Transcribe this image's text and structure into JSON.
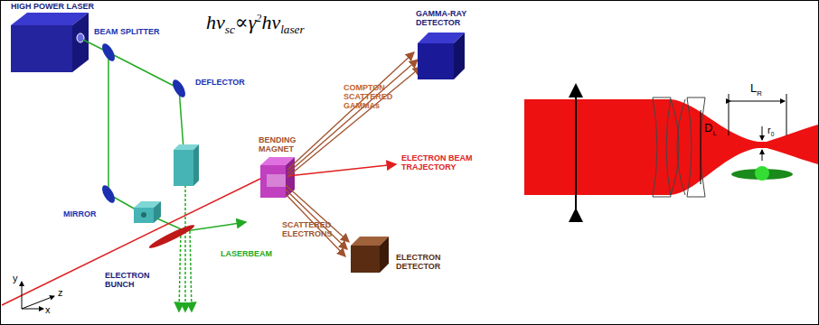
{
  "diagram": {
    "labels": [
      "HIGH POWER LASER",
      "hν",
      "sc",
      "∝γ",
      "2",
      "hν",
      "laser",
      "BEAM SPLITTER",
      "DEFLECTOR",
      "MIRROR",
      "BENDING MAGNET",
      "COMPTON SCATTERED GAMMAs",
      "GAMMA-RAY DETECTOR",
      "ELECTRON BEAM TRAJECTORY",
      "SCATTERED ELECTRONS",
      "ELECTRON DETECTOR",
      "ELECTRON BUNCH",
      "LASERBEAM",
      "y",
      "x",
      "z",
      "L",
      "R",
      "D",
      "L",
      "r",
      "0"
    ]
  }
}
